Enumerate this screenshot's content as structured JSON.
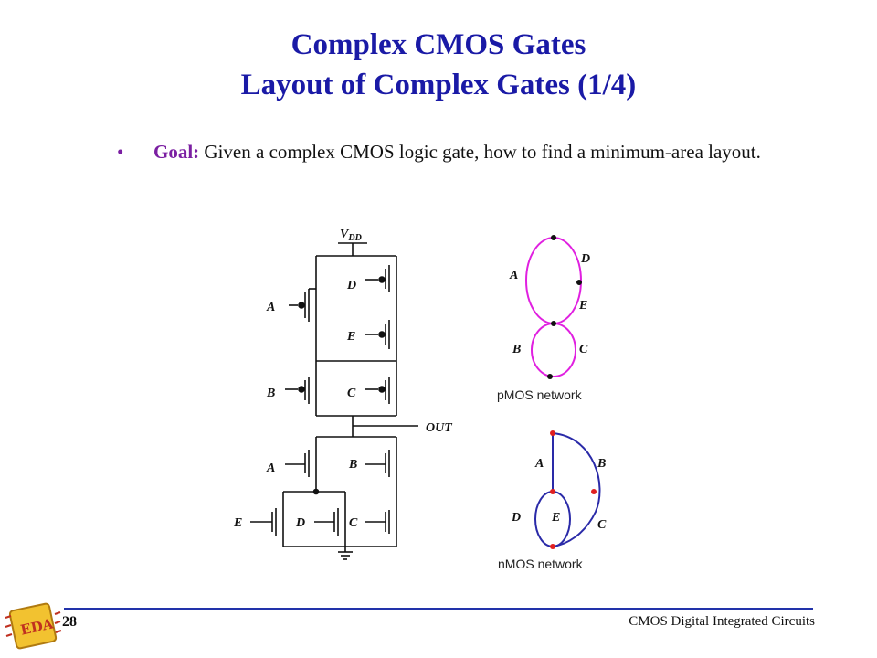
{
  "slide": {
    "title_line1": "Complex CMOS Gates",
    "title_line2": "Layout of Complex Gates (1/4)",
    "bullet_symbol": "•",
    "bullet_label": "Goal:",
    "bullet_text": " Given a complex CMOS logic gate, how to find a minimum-area layout."
  },
  "schematic": {
    "vdd": "V",
    "vdd_sub": "DD",
    "out": "OUT",
    "inputs": {
      "pA": "A",
      "pD": "D",
      "pE": "E",
      "pB": "B",
      "pC": "C",
      "nA": "A",
      "nB": "B",
      "nE": "E",
      "nD": "D",
      "nC": "C"
    }
  },
  "pmos_graph": {
    "caption": "pMOS network",
    "edges": {
      "A": "A",
      "D": "D",
      "E": "E",
      "B": "B",
      "C": "C"
    },
    "color": "#e020e0"
  },
  "nmos_graph": {
    "caption": "nMOS network",
    "edges": {
      "A": "A",
      "B": "B",
      "C": "C",
      "D": "D",
      "E": "E"
    },
    "color": "#2a2aa8",
    "node_color": "#e02020"
  },
  "footer": {
    "page": "28",
    "text": "CMOS Digital Integrated Circuits"
  }
}
